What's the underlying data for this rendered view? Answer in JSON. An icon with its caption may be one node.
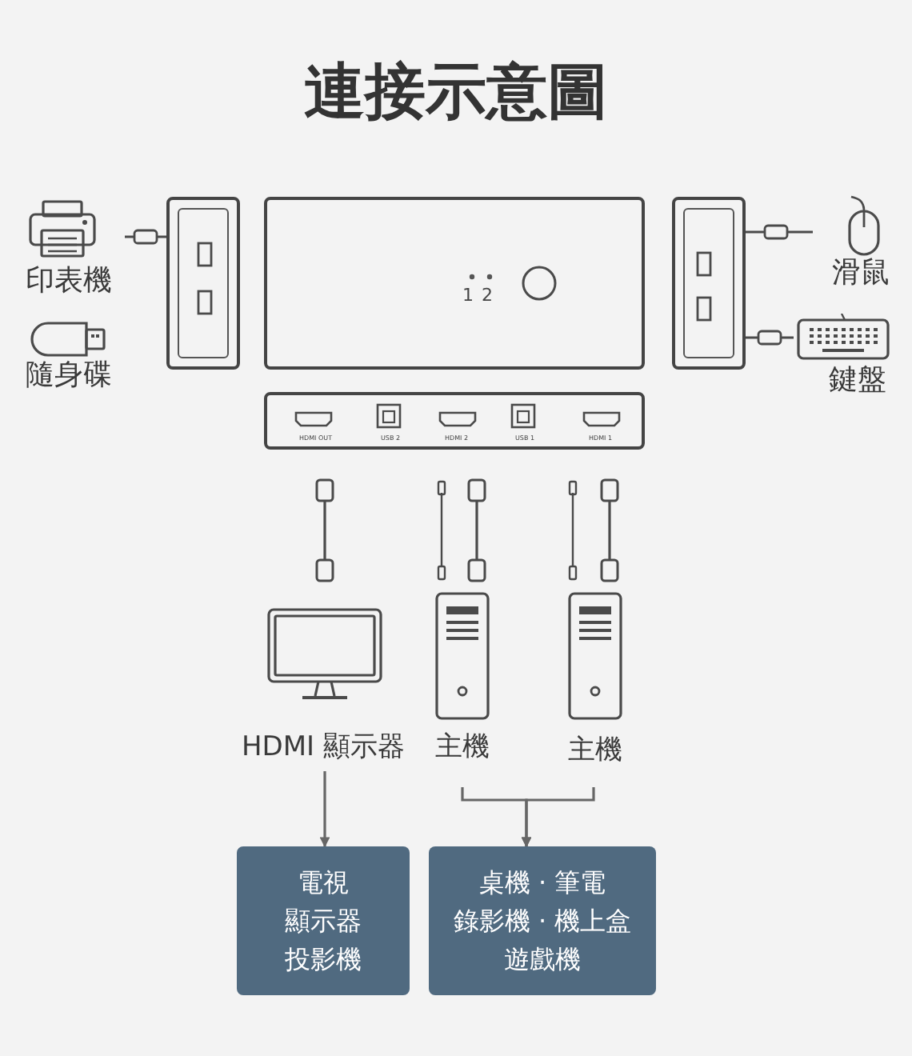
{
  "diagram": {
    "title": "連接示意圖",
    "nodes": [
      {
        "text": [
          "印表機"
        ]
      },
      {
        "text": [
          "隨身碟"
        ]
      },
      {
        "text": [],
        "shape": "box"
      },
      {
        "text": [],
        "shape": "box"
      },
      {
        "text": [],
        "shape": "box"
      },
      {
        "text": [
          "滑鼠"
        ]
      },
      {
        "text": [
          "鍵盤"
        ]
      },
      {
        "text": [],
        "shape": "box"
      },
      {
        "text": [
          "HDMI 顯示器"
        ]
      },
      {
        "text": [
          "主機"
        ]
      },
      {
        "text": [
          "主機"
        ]
      },
      {
        "text": [
          "電視",
          "顯示器",
          "投影機"
        ]
      },
      {
        "text": [
          "桌機 · 筆電",
          "錄影機 · 機上盒",
          "遊戲機"
        ]
      }
    ],
    "edges": [
      {
        "from": 0,
        "to": 2,
        "arrow": "none"
      },
      {
        "from": 5,
        "to": 4,
        "arrow": "none"
      },
      {
        "from": 6,
        "to": 4,
        "arrow": "none"
      },
      {
        "from": 8,
        "to": 11,
        "arrow": "to"
      },
      {
        "from": 9,
        "to": 12,
        "arrow": "to"
      },
      {
        "from": 10,
        "to": 12,
        "arrow": "to"
      }
    ],
    "labels": [
      "1",
      "2",
      "HDMI OUT",
      "USB 2",
      "HDMI 2",
      "USB 1",
      "HDMI 1"
    ]
  }
}
